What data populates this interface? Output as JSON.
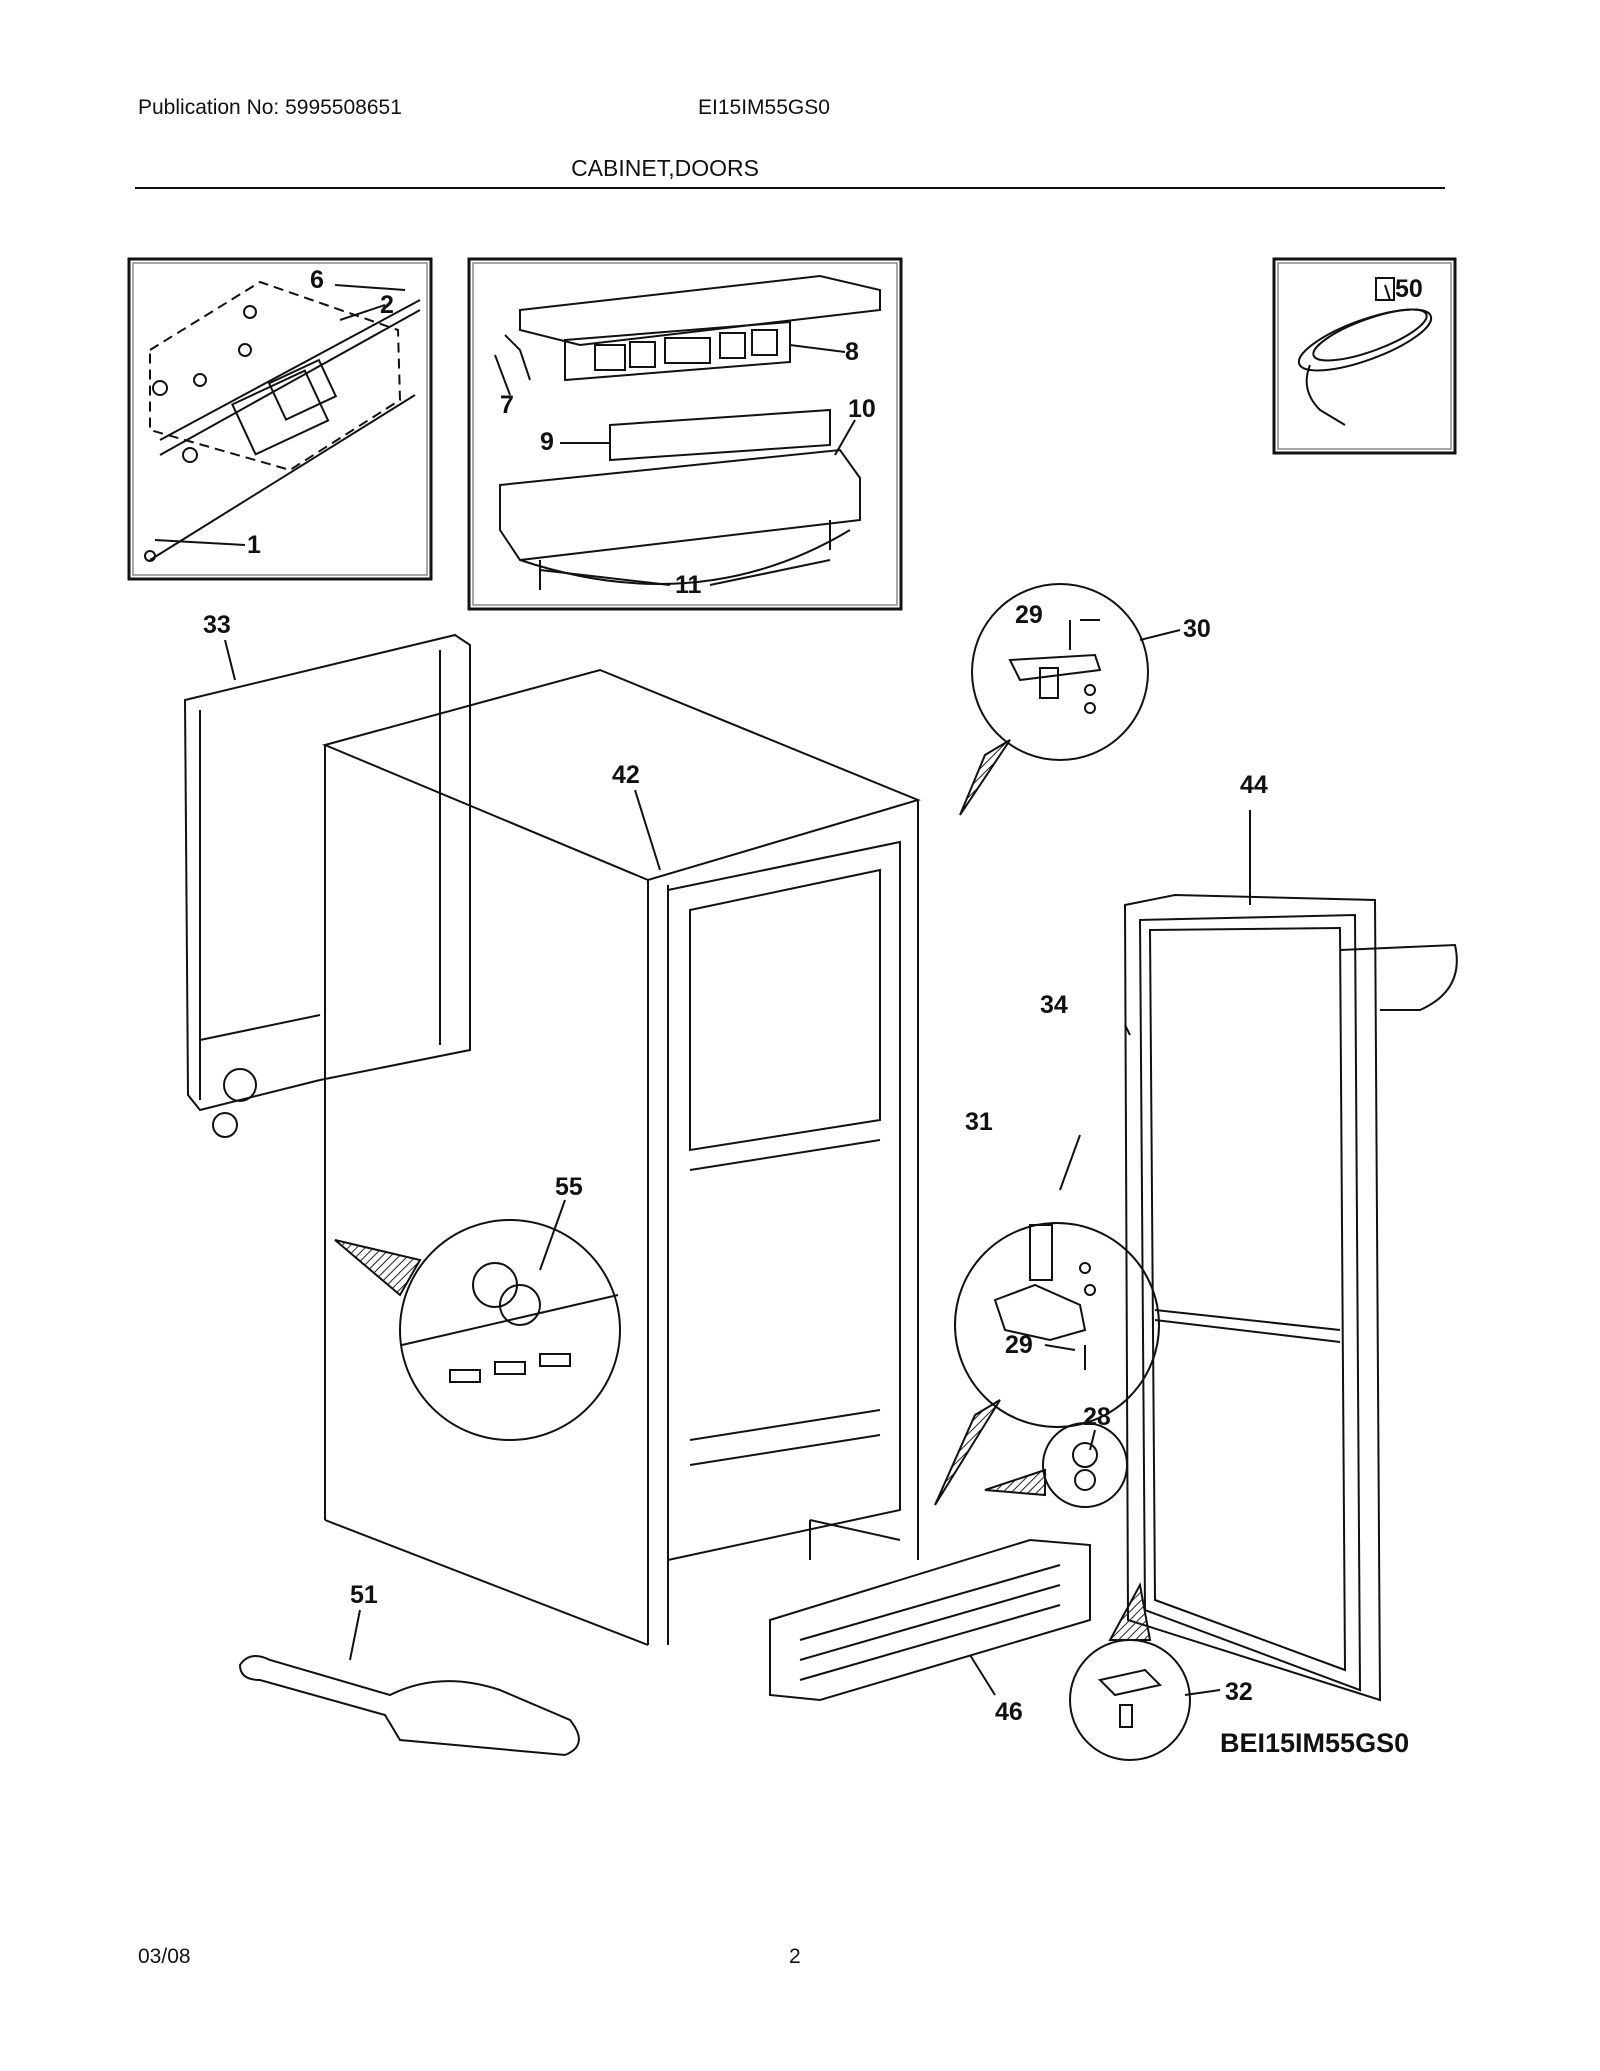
{
  "header": {
    "publication": "Publication No: 5995508651",
    "model": "EI15IM55GS0",
    "section_title": "CABINET,DOORS"
  },
  "footer": {
    "date": "03/08",
    "page": "2"
  },
  "diagram": {
    "model_code": "BEI15IM55GS0",
    "callouts": [
      "1",
      "2",
      "6",
      "7",
      "8",
      "9",
      "10",
      "11",
      "28",
      "29",
      "29",
      "30",
      "31",
      "32",
      "33",
      "34",
      "42",
      "44",
      "46",
      "50",
      "51",
      "55"
    ]
  }
}
